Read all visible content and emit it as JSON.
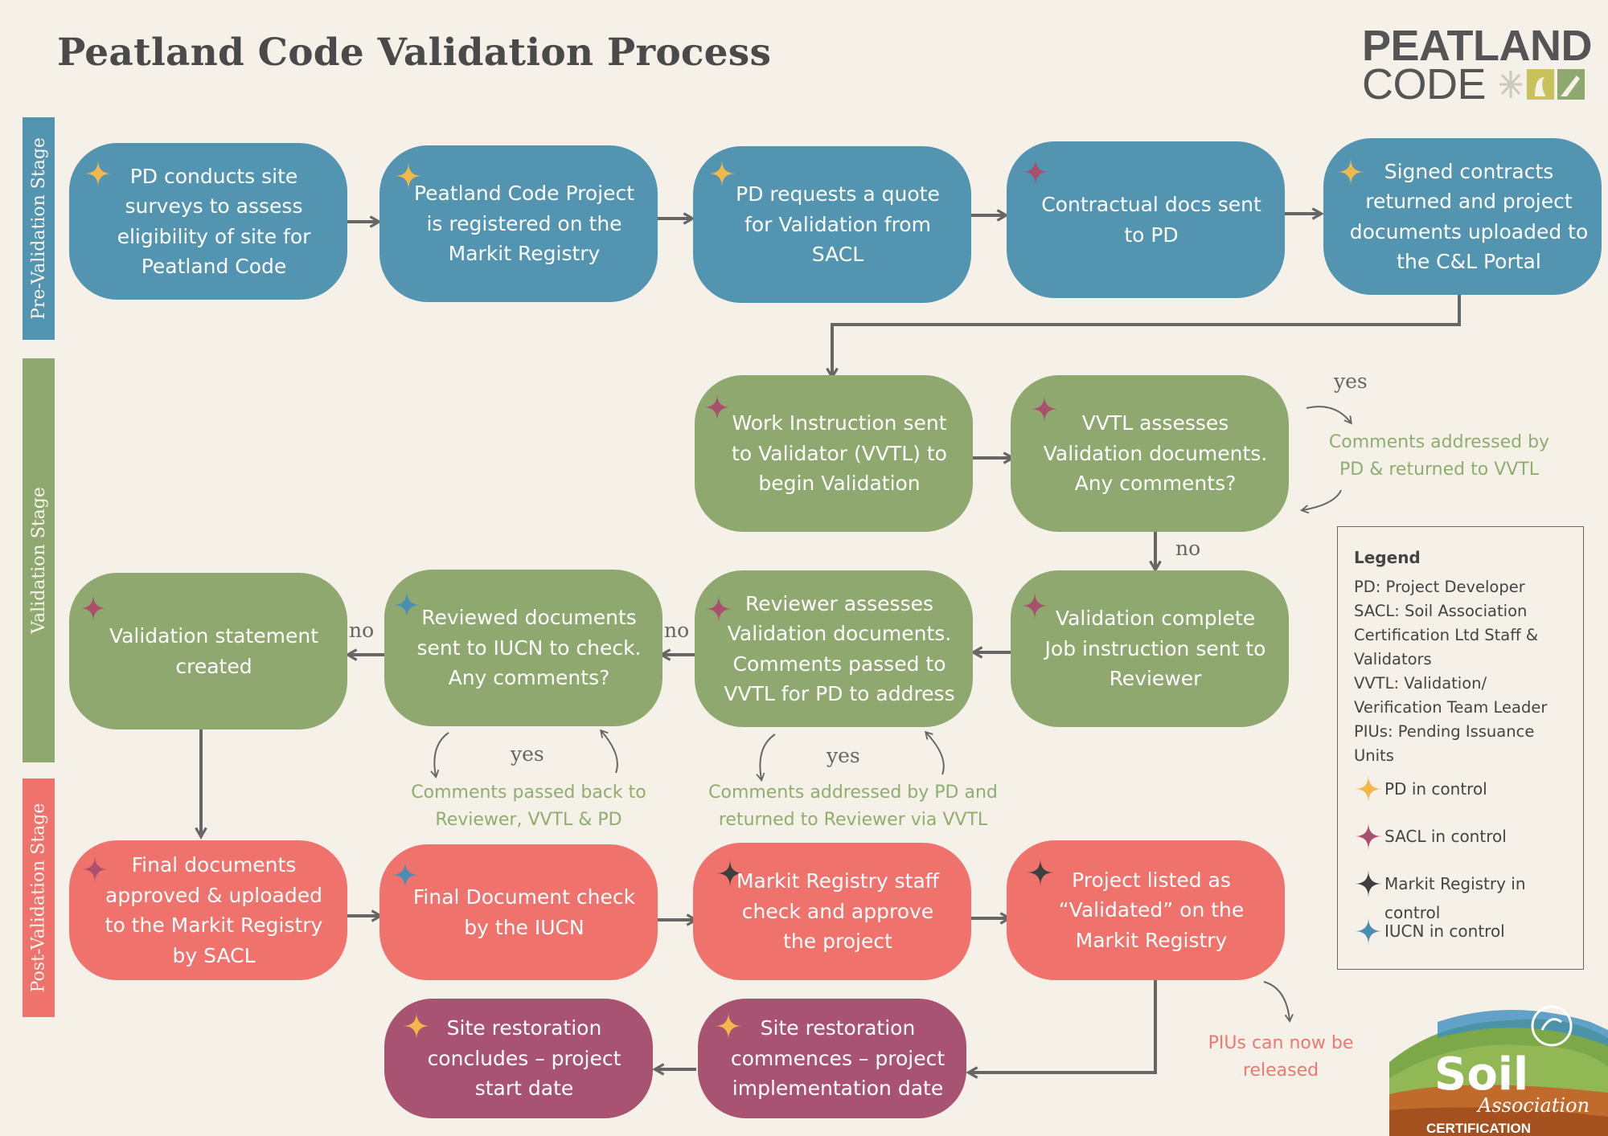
{
  "title": "Peatland Code Validation Process",
  "logo": {
    "line1": "PEATLAND",
    "line2": "CODE"
  },
  "stages": {
    "pre": "Pre-Validation Stage",
    "validation": "Validation Stage",
    "post": "Post-Validation Stage"
  },
  "colors": {
    "pre_stage": "#5394b1",
    "validation_stage": "#8ea86f",
    "post_stage": "#ef736c",
    "restoration": "#a85372",
    "pd_star": "#f2b84b",
    "sacl_star": "#a9506f",
    "markit_star": "#3f3f3f",
    "iucn_star": "#4a8fb1"
  },
  "boxes": {
    "b1": {
      "text": "PD conducts site surveys to assess eligibility of site for Peatland Code",
      "controller": "PD"
    },
    "b2": {
      "text": "Peatland Code Project is registered on the Markit Registry",
      "controller": "PD"
    },
    "b3": {
      "text": "PD requests a quote for Validation from SACL",
      "controller": "PD"
    },
    "b4": {
      "text": "Contractual docs sent to PD",
      "controller": "SACL"
    },
    "b5": {
      "text": "Signed contracts returned and project documents uploaded to the C&L Portal",
      "controller": "PD"
    },
    "b6": {
      "text": "Work Instruction sent to Validator (VVTL) to begin Validation",
      "controller": "SACL"
    },
    "b7": {
      "text": "VVTL assesses Validation documents. Any comments?",
      "controller": "SACL"
    },
    "b8": {
      "text": "Validation complete Job instruction sent to Reviewer",
      "controller": "SACL"
    },
    "b9": {
      "text": "Reviewer assesses Validation documents. Comments passed to VVTL for PD to address",
      "controller": "SACL"
    },
    "b10": {
      "text": "Reviewed documents sent to IUCN to check. Any comments?",
      "controller": "IUCN"
    },
    "b11": {
      "text": "Validation statement created",
      "controller": "SACL"
    },
    "b12": {
      "text": "Final documents approved & uploaded to the Markit Registry by SACL",
      "controller": "SACL"
    },
    "b13": {
      "text": "Final Document check by the IUCN",
      "controller": "IUCN"
    },
    "b14": {
      "text": "Markit Registry staff check and approve the project",
      "controller": "Markit Registry"
    },
    "b15": {
      "text": "Project listed as “Validated” on the Markit Registry",
      "controller": "Markit Registry"
    },
    "b16": {
      "text": "Site restoration commences – project implementation date",
      "controller": "PD"
    },
    "b17": {
      "text": "Site restoration concludes – project start date",
      "controller": "PD"
    }
  },
  "notes": {
    "n1": "Comments addressed by PD & returned to VVTL",
    "n2": "Comments passed back to Reviewer, VVTL & PD",
    "n3": "Comments addressed by PD and returned to Reviewer via VVTL",
    "n4": "PIUs can now be released"
  },
  "branch": {
    "yes": "yes",
    "no": "no"
  },
  "legend": {
    "title": "Legend",
    "definitions": [
      "PD: Project Developer",
      "SACL: Soil Association Certification Ltd Staff & Validators",
      "VVTL: Validation/ Verification Team Leader",
      "PIUs: Pending Issuance Units"
    ],
    "items": [
      {
        "label": "PD in control",
        "color": "#f2b84b"
      },
      {
        "label": "SACL in control",
        "color": "#a9506f"
      },
      {
        "label": "Markit Registry in control",
        "color": "#3f3f3f"
      },
      {
        "label": "IUCN in control",
        "color": "#4a8fb1"
      }
    ]
  },
  "soil_logo": {
    "word": "Soil",
    "sub": "Association",
    "cert": "CERTIFICATION"
  }
}
